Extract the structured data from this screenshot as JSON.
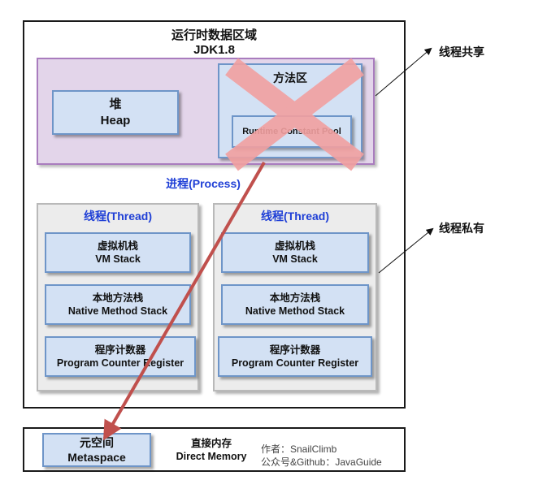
{
  "runtime": {
    "title_line1": "运行时数据区域",
    "title_line2": "JDK1.8"
  },
  "heap": {
    "label_cn": "堆",
    "label_en": "Heap"
  },
  "method_area": {
    "label_cn": "方法区",
    "pool_label": "Runtime Constant Pool",
    "status": "removed"
  },
  "process_label": "进程(Process)",
  "threads": [
    {
      "label": "线程(Thread)",
      "boxes": [
        {
          "cn": "虚拟机栈",
          "en": "VM Stack"
        },
        {
          "cn": "本地方法栈",
          "en": "Native Method Stack"
        },
        {
          "cn": "程序计数器",
          "en": "Program Counter Register"
        }
      ]
    },
    {
      "label": "线程(Thread)",
      "boxes": [
        {
          "cn": "虚拟机栈",
          "en": "VM Stack"
        },
        {
          "cn": "本地方法栈",
          "en": "Native Method Stack"
        },
        {
          "cn": "程序计数器",
          "en": "Program Counter Register"
        }
      ]
    }
  ],
  "annotations": {
    "shared": "线程共享",
    "private": "线程私有"
  },
  "direct_memory": {
    "metaspace_cn": "元空间",
    "metaspace_en": "Metaspace",
    "label_cn": "直接内存",
    "label_en": "Direct Memory"
  },
  "watermark": {
    "line1": "作者：SnailClimb",
    "line2": "公众号&Github：JavaGuide"
  },
  "colors": {
    "cross": "#f2a0a0",
    "arrow": "#c0504d",
    "blue_text": "#1f3fd6",
    "heap_region": "#e3d5ea",
    "box_fill": "#d3e1f4"
  }
}
